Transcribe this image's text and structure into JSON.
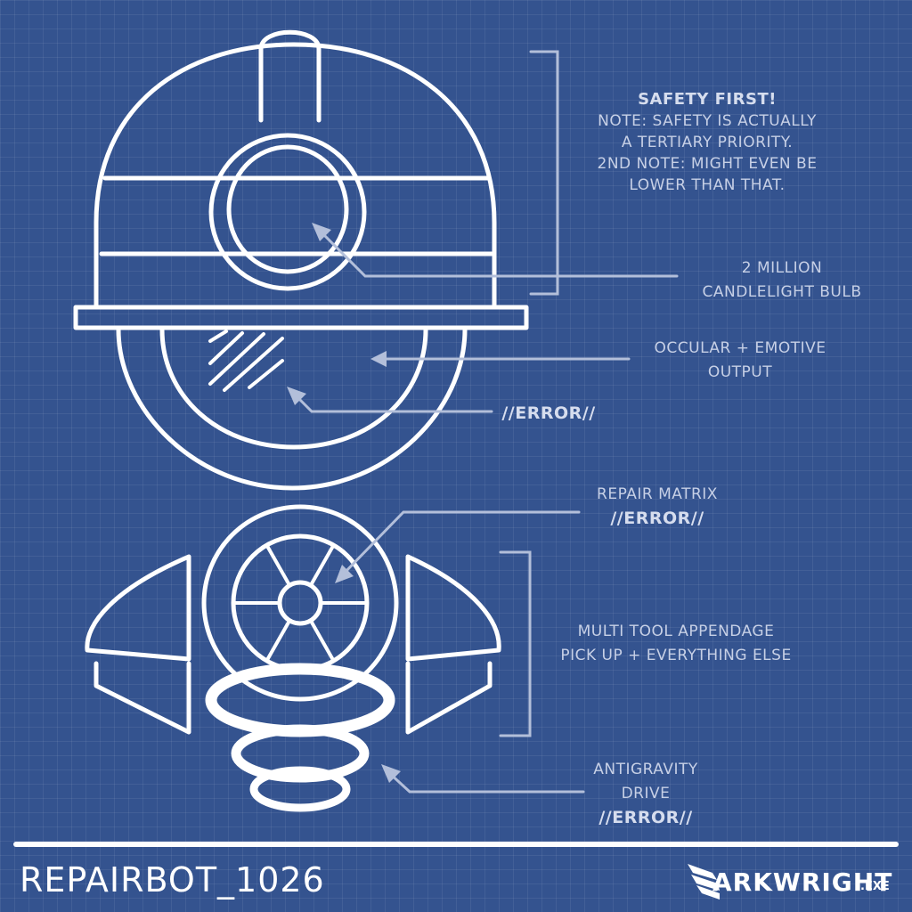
{
  "annotations": {
    "safety": {
      "heading": "SAFETY FIRST!",
      "lines": [
        "NOTE: SAFETY IS ACTUALLY",
        "A TERTIARY PRIORITY.",
        "2ND NOTE: MIGHT EVEN BE",
        "LOWER THAN THAT."
      ]
    },
    "bulb": {
      "lines": [
        "2 MILLION",
        "CANDLELIGHT BULB"
      ]
    },
    "occular": {
      "lines": [
        "OCCULAR + EMOTIVE",
        "OUTPUT"
      ]
    },
    "visor_error": {
      "text": "//ERROR//"
    },
    "repair_matrix": {
      "title": "REPAIR MATRIX",
      "error": "//ERROR//"
    },
    "multitool": {
      "lines": [
        "MULTI TOOL APPENDAGE",
        "PICK UP + EVERYTHING ELSE"
      ]
    },
    "antigravity": {
      "lines": [
        "ANTIGRAVITY",
        "DRIVE"
      ],
      "error": "//ERROR//"
    }
  },
  "footer": {
    "title": "REPAIRBOT_1026",
    "logo_text": "ARKWRIGHT",
    "logo_ext": ".EXE"
  },
  "colors": {
    "background": "#34538f",
    "line": "#ffffff",
    "annotation": "#c7d0e6"
  }
}
